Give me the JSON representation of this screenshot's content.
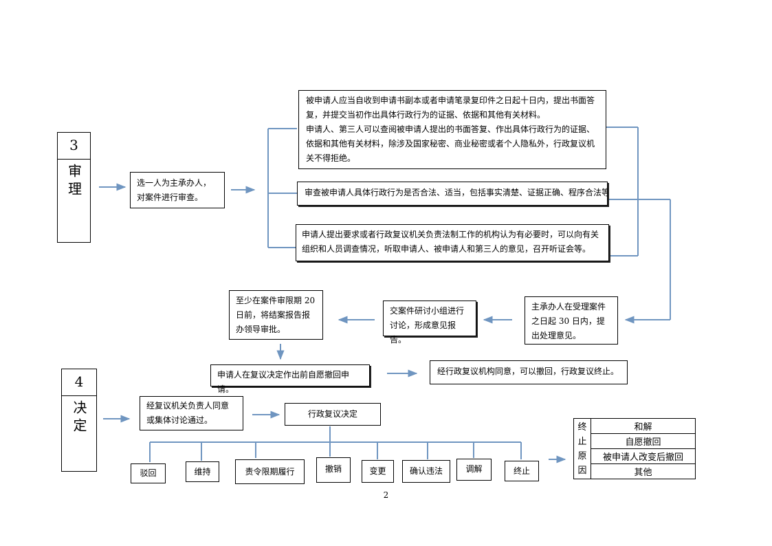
{
  "stage3": {
    "number": "3",
    "name": "审理"
  },
  "stage4": {
    "number": "4",
    "name": "决定"
  },
  "boxes": {
    "select_handler": "选一人为主承办人，对案件进行审查。",
    "reply": "被申请人应当自收到申请书副本或者申请笔录复印件之日起十日内，提出书面答复，并提交当初作出具体行政行为的证据、依据和其他有关材料。\n申请人、第三人可以查阅被申请人提出的书面答复、作出具体行政行为的证据、依据和其他有关材料，除涉及国家秘密、商业秘密或者个人隐私外，行政复议机关不得拒绝。",
    "review": "审查被申请人具体行政行为是否合法、适当，包括事实清楚、证据正确、程序合法等",
    "investigate": "申请人提出要求或者行政复议机关负责法制工作的机构认为有必要时，可以向有关组织和人员调查情况，听取申请人、被申请人和第三人的意见，召开听证会等。",
    "handler_opinion": "主承办人在受理案件之日起 30 日内，提出处理意见。",
    "group_discussion": "交案件研讨小组进行讨论，形成意见报告。",
    "report_approval": "至少在案件审限期 20 日前，将结案报告报办领导审批。",
    "withdraw_request": "申请人在复议决定作出前自愿撤回申请。",
    "withdraw_approved": "经行政复议机构同意，可以撤回，行政复议终止。",
    "leader_approval": "经复议机关负责人同意或集体讨论通过。",
    "decision": "行政复议决定"
  },
  "outcomes": [
    "驳回",
    "维持",
    "责令限期履行",
    "撤销",
    "变更",
    "确认违法",
    "调解",
    "终止"
  ],
  "termination": {
    "label": [
      "终",
      "止",
      "原",
      "因"
    ],
    "reasons": [
      "和解",
      "自愿撤回",
      "被申请人改变后撤回",
      "其他"
    ]
  },
  "page_number": "2",
  "colors": {
    "connector": "#6f95c0"
  }
}
